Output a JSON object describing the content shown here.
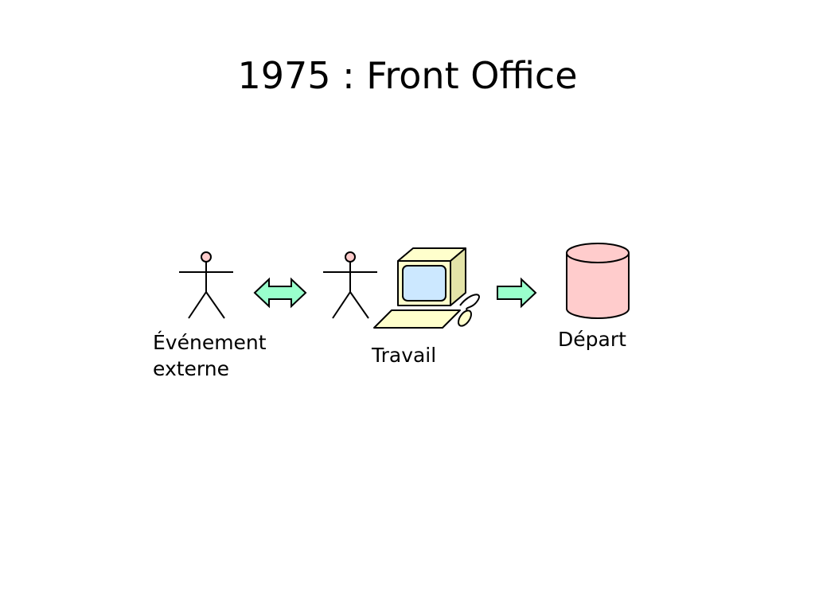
{
  "slide": {
    "title": "1975 : Front Office"
  },
  "diagram": {
    "nodes": [
      {
        "id": "external-event",
        "icon": "stick-figure-icon",
        "label_lines": [
          "Événement",
          "externe"
        ]
      },
      {
        "id": "work",
        "icon": "computer-workstation-icon",
        "label": "Travail"
      },
      {
        "id": "departure",
        "icon": "database-cylinder-icon",
        "label": "Départ"
      }
    ],
    "links": [
      {
        "from": "external-event",
        "to": "work",
        "style": "double-arrow"
      },
      {
        "from": "work",
        "to": "departure",
        "style": "single-arrow"
      }
    ]
  },
  "colors": {
    "arrow_fill": "#99ffcc",
    "figure_head": "#ffcccc",
    "cylinder_fill": "#ffcccc",
    "screen_fill": "#cce8ff",
    "computer_body": "#ffffcc",
    "stroke": "#000000"
  }
}
